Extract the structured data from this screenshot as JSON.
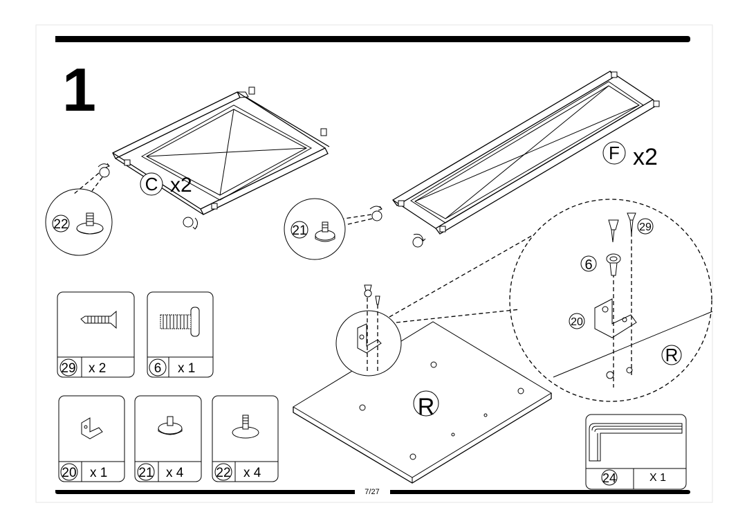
{
  "step_number": "1",
  "page_number": "7/27",
  "assemblies": [
    {
      "part_letter": "C",
      "quantity": "x2"
    },
    {
      "part_letter": "F",
      "quantity": "x2"
    }
  ],
  "board_label": "R",
  "detail_board_label": "R",
  "callouts": {
    "glide_22": "22",
    "glide_21": "21",
    "washer_6": "6",
    "screw_29": "29",
    "bracket_20": "20"
  },
  "parts": [
    {
      "id": "29",
      "qty": "x 2"
    },
    {
      "id": "6",
      "qty": "x 1"
    },
    {
      "id": "20",
      "qty": "x 1"
    },
    {
      "id": "21",
      "qty": "x 4"
    },
    {
      "id": "22",
      "qty": "x 4"
    }
  ],
  "tool": {
    "id": "24",
    "qty": "X 1"
  }
}
